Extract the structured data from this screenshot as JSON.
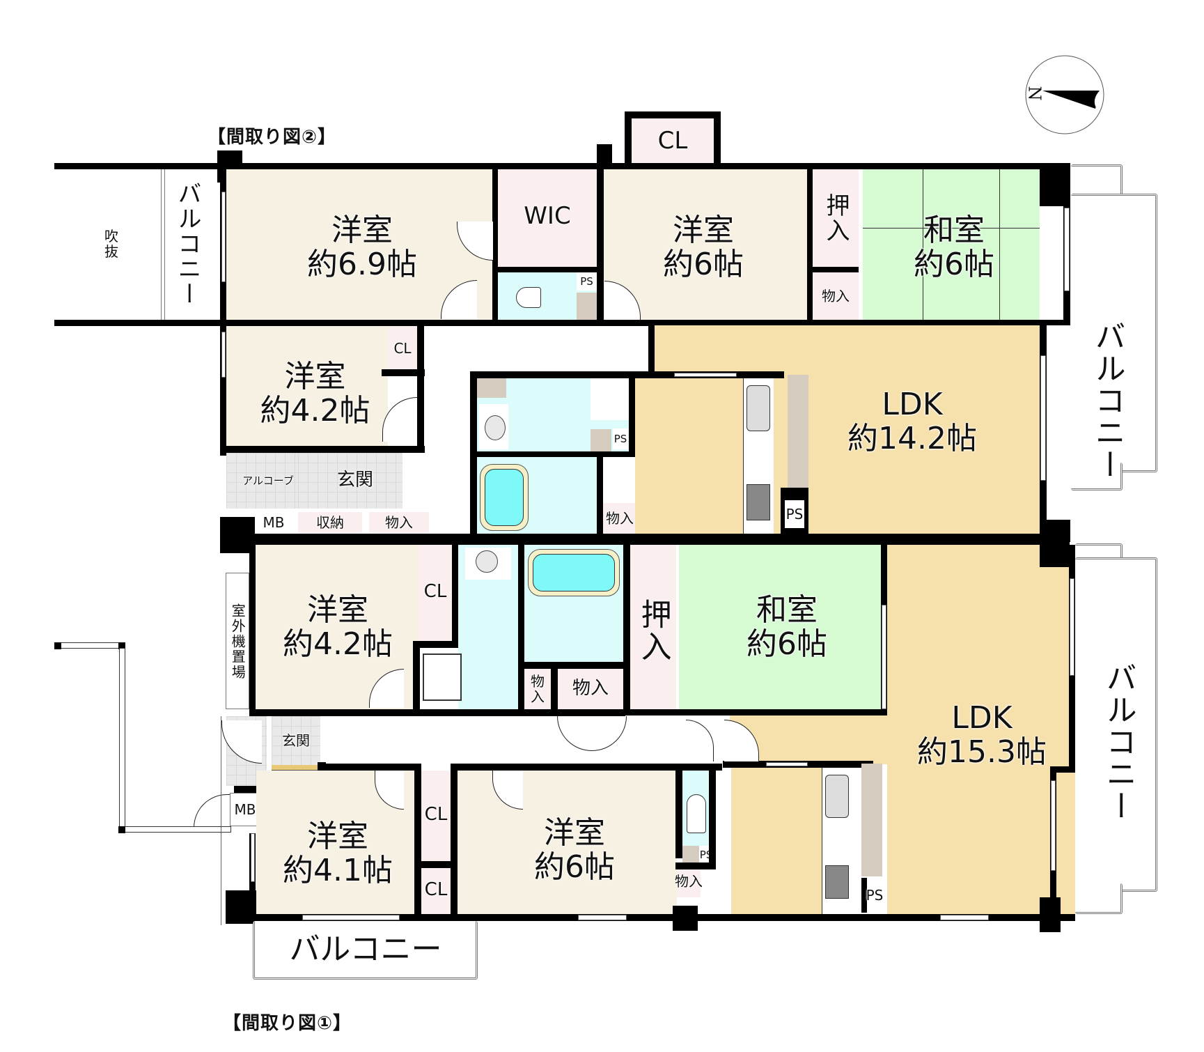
{
  "titles": {
    "plan2": "【間取り図②】",
    "plan1": "【間取り図①】"
  },
  "compass": {
    "label": "N",
    "icon": "north-arrow-icon"
  },
  "plan2": {
    "fukinuke": "吹\n抜",
    "balcony_left": "バルコニー",
    "balcony_right": "バルコニー",
    "rooms": {
      "western_69": {
        "name": "洋室",
        "size": "約6.9帖"
      },
      "wic": {
        "name": "WIC"
      },
      "cl_top": {
        "name": "CL"
      },
      "western_6": {
        "name": "洋室",
        "size": "約6帖"
      },
      "oshiire": {
        "name": "押入"
      },
      "monoire_small": {
        "name": "物入"
      },
      "washitsu": {
        "name": "和室",
        "size": "約6帖"
      },
      "ps_toilet": {
        "name": "PS"
      },
      "western_42": {
        "name": "洋室",
        "size": "約4.2帖"
      },
      "cl_42": {
        "name": "CL"
      },
      "ldk": {
        "name": "LDK",
        "size": "約14.2帖"
      },
      "ps_wash": {
        "name": "PS"
      },
      "ps_kitchen": {
        "name": "PS"
      },
      "alcove": {
        "name": "アルコーブ"
      },
      "genkan": {
        "name": "玄関"
      },
      "mb": {
        "name": "MB"
      },
      "shuno": {
        "name": "収納"
      },
      "monoire_entry": {
        "name": "物入"
      },
      "monoire_bath": {
        "name": "物入"
      }
    }
  },
  "plan1": {
    "balcony_right": "バルコニー",
    "balcony_bottom": "バルコニー",
    "outdoor_unit": "室外機置場",
    "rooms": {
      "western_42": {
        "name": "洋室",
        "size": "約4.2帖"
      },
      "cl_42": {
        "name": "CL"
      },
      "oshiire": {
        "name": "押入"
      },
      "washitsu": {
        "name": "和室",
        "size": "約6帖"
      },
      "ldk": {
        "name": "LDK",
        "size": "約15.3帖"
      },
      "monoire_small": {
        "name": "物\n入"
      },
      "monoire": {
        "name": "物入"
      },
      "genkan": {
        "name": "玄関"
      },
      "mb": {
        "name": "MB"
      },
      "western_41": {
        "name": "洋室",
        "size": "約4.1帖"
      },
      "cl_a": {
        "name": "CL"
      },
      "cl_b": {
        "name": "CL"
      },
      "western_6": {
        "name": "洋室",
        "size": "約6帖"
      },
      "monoire_6": {
        "name": "物入"
      },
      "ps_toilet": {
        "name": "PS"
      },
      "ps_kitchen": {
        "name": "PS"
      }
    }
  },
  "colors": {
    "western": "#f7f1e3",
    "japanese": "#d6fbd3",
    "ldk": "#f6e0ab",
    "storage": "#fbeeee",
    "wet": "#dcfbfb",
    "tub": "#7ff8f8",
    "counter": "#d5cbbf",
    "wall": "#000000"
  }
}
